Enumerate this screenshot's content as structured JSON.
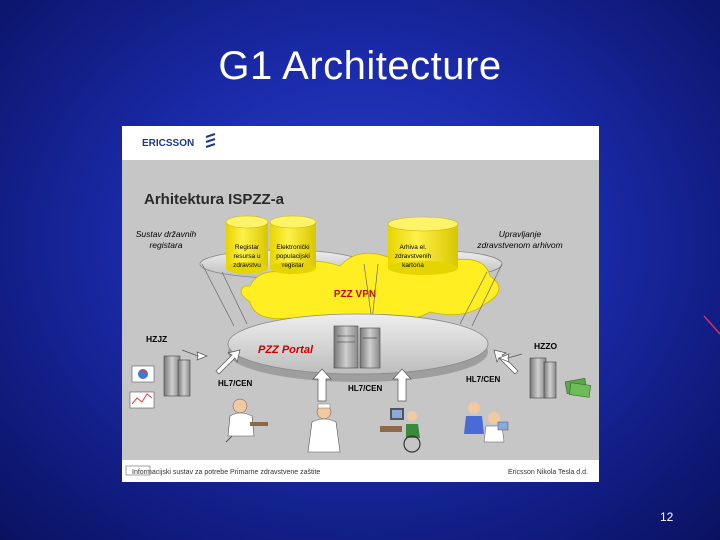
{
  "slide": {
    "title": "G1 Architecture",
    "page_number": "12"
  },
  "figure": {
    "logo": "ERICSSON",
    "heading": "Arhitektura ISPZZ-a",
    "registry_group_label": [
      "Sustav državnih",
      "registara"
    ],
    "archive_group_label": [
      "Upravljanje",
      "zdravstvenom arhivom"
    ],
    "databases": [
      {
        "lines": [
          "Registar",
          "resursa u",
          "zdravstvu"
        ]
      },
      {
        "lines": [
          "Elektronički",
          "populacijski",
          "registar"
        ]
      },
      {
        "lines": [
          "Arhiva el.",
          "zdravstvenih",
          "kartona"
        ]
      }
    ],
    "vpn_label": "PZZ VPN",
    "portal_label": "PZZ Portal",
    "nodes": {
      "hzjz": "HZJZ",
      "hzzo": "HZZO"
    },
    "links": {
      "left": "HL7/CEN",
      "center": "HL7/CEN",
      "right": "HL7/CEN"
    },
    "footer_left": "Informacijski sustav za potrebe Primarne zdravstvene zaštite",
    "footer_right": "Ericsson Nikola Tesla d.d."
  },
  "colors": {
    "slide_background": "#1a2aa8",
    "database_yellow": "#ffee22",
    "platform_gray": "#d2d2d2",
    "vpn_text": "#cc0000",
    "ericsson_blue": "#1a3a8a"
  }
}
